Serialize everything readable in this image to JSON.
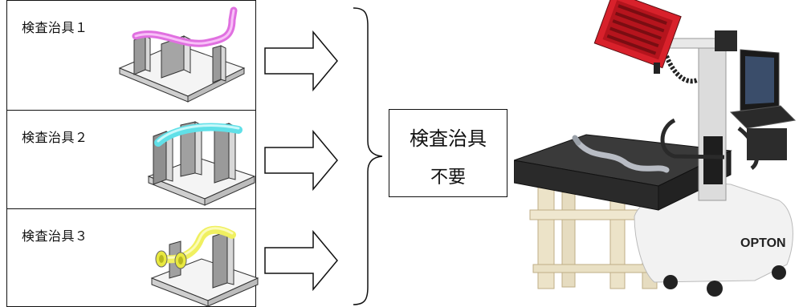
{
  "jigs": [
    {
      "label": "検査治具１",
      "pipe_color": "#e070e0",
      "icon": "inspection-jig-icon"
    },
    {
      "label": "検査治具２",
      "pipe_color": "#60e0e8",
      "icon": "inspection-jig-icon"
    },
    {
      "label": "検査治具３",
      "pipe_color": "#f0f060",
      "icon": "inspection-jig-icon"
    }
  ],
  "result": {
    "line1": "検査治具",
    "line2": "不要"
  },
  "machine": {
    "brand": "OPTON",
    "icon": "3d-measuring-machine-icon"
  }
}
